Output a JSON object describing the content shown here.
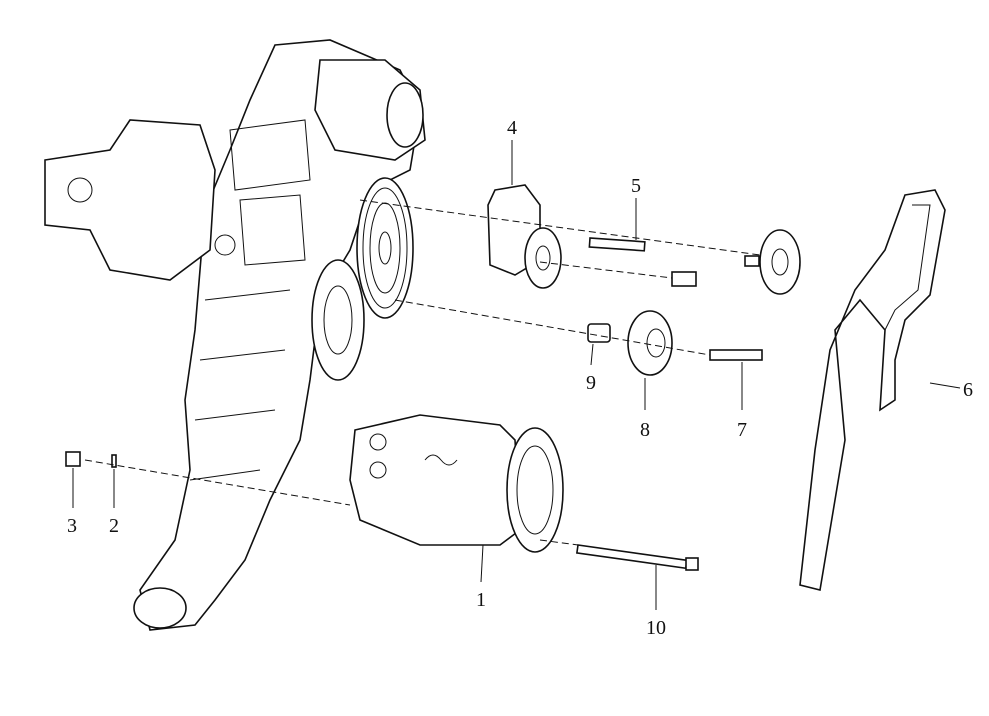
{
  "diagram": {
    "type": "exploded-parts-view",
    "callouts": [
      {
        "id": "1",
        "label": "1"
      },
      {
        "id": "2",
        "label": "2"
      },
      {
        "id": "3",
        "label": "3"
      },
      {
        "id": "4",
        "label": "4"
      },
      {
        "id": "5",
        "label": "5"
      },
      {
        "id": "6",
        "label": "6"
      },
      {
        "id": "7",
        "label": "7"
      },
      {
        "id": "8",
        "label": "8"
      },
      {
        "id": "9",
        "label": "9"
      },
      {
        "id": "10",
        "label": "10"
      }
    ]
  }
}
